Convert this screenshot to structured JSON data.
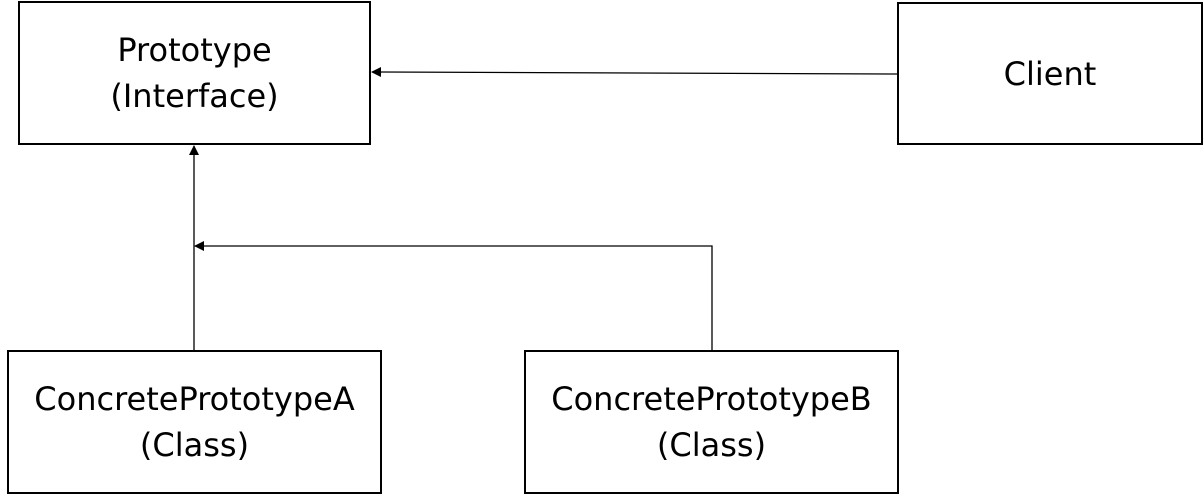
{
  "nodes": {
    "prototype": {
      "name": "Prototype",
      "kind": "(Interface)"
    },
    "client": {
      "name": "Client"
    },
    "concrete_a": {
      "name": "ConcretePrototypeA",
      "kind": "(Class)"
    },
    "concrete_b": {
      "name": "ConcretePrototypeB",
      "kind": "(Class)"
    }
  },
  "edges": [
    {
      "from": "Client",
      "to": "Prototype"
    },
    {
      "from": "ConcretePrototypeA",
      "to": "Prototype"
    },
    {
      "from": "ConcretePrototypeB",
      "to": "Prototype"
    }
  ],
  "colors": {
    "line": "#000000",
    "box_border": "#000000",
    "background": "#ffffff",
    "text": "#000000"
  }
}
